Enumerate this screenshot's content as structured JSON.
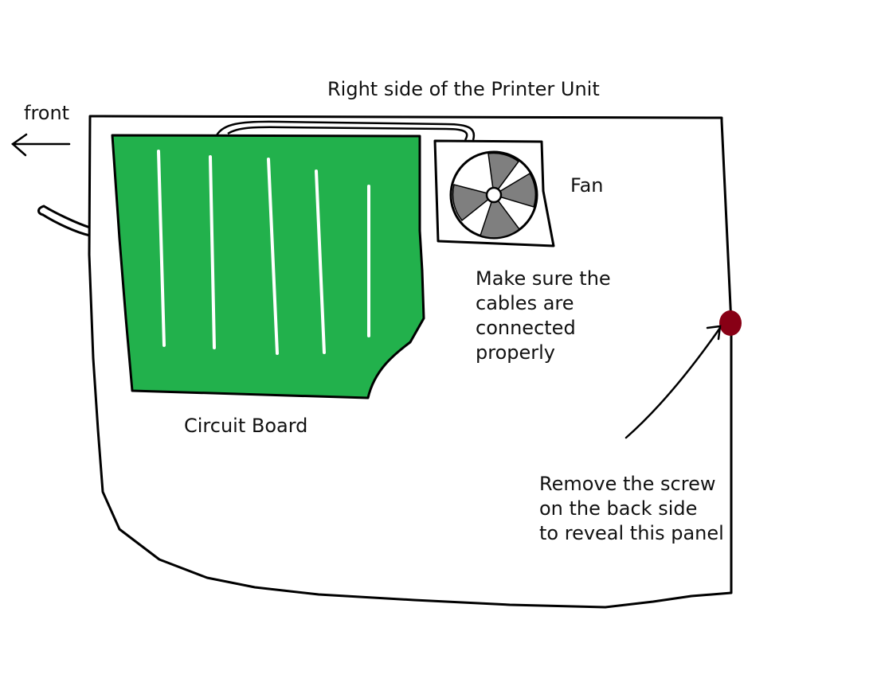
{
  "labels": {
    "title": "Right side of the Printer Unit",
    "front": "front",
    "fan": "Fan",
    "cables": [
      "Make sure the",
      "cables are",
      "connected",
      "properly"
    ],
    "circuit_board": "Circuit Board",
    "screw": [
      "Remove the screw",
      "on the back side",
      "to reveal this panel"
    ]
  },
  "colors": {
    "outline": "#000000",
    "board": "#22b14c",
    "traces": "#ffffff",
    "fan_blades": "#7f7f7f",
    "screw": "#880015",
    "background": "#ffffff"
  },
  "icons": [
    "left-arrow-icon",
    "fan-icon",
    "screw-icon",
    "pointer-arrow-icon"
  ]
}
